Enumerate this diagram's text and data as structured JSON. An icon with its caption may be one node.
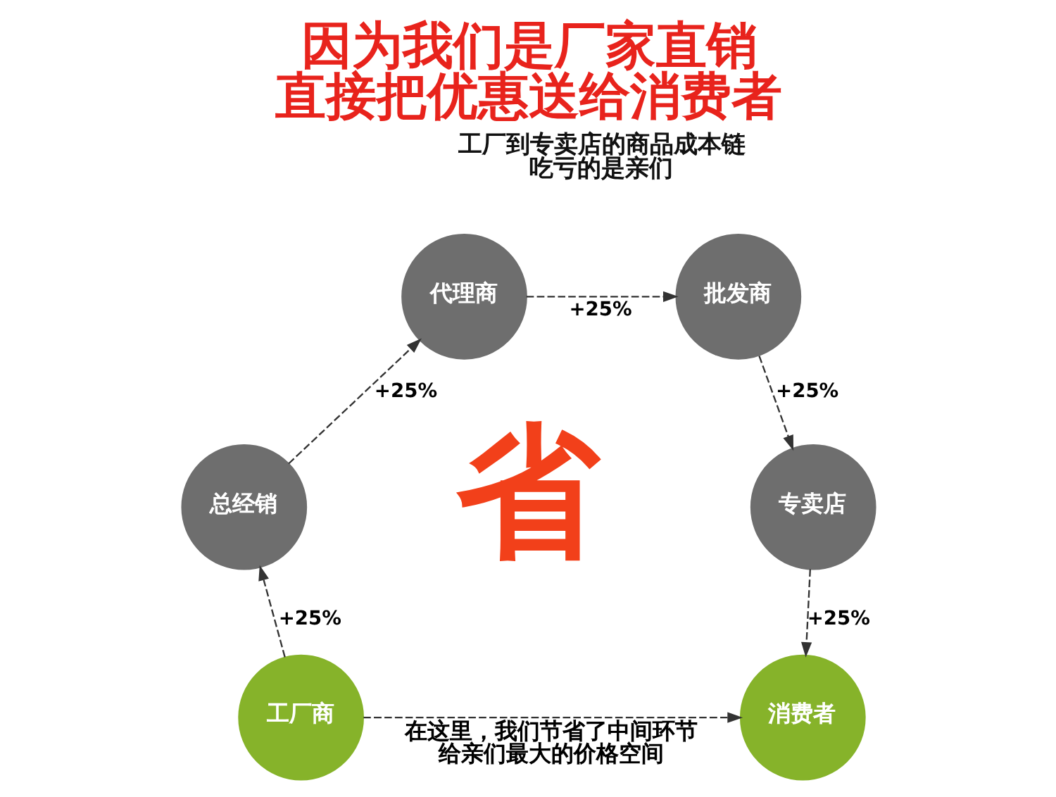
{
  "diagram": {
    "title": "因为我们是厂家直销直接把优惠送给消费者",
    "nodes": [
      {
        "text": [
          "工厂商"
        ]
      },
      {
        "text": [
          "总经销"
        ]
      },
      {
        "text": [
          "代理商"
        ]
      },
      {
        "text": [
          "批发商"
        ]
      },
      {
        "text": [
          "专卖店"
        ]
      },
      {
        "text": [
          "消费者"
        ]
      }
    ],
    "edges": [
      {
        "from": 0,
        "to": 1,
        "arrow": "to",
        "label": "+25%",
        "style": "dashed"
      },
      {
        "from": 1,
        "to": 2,
        "arrow": "to",
        "label": "+25%",
        "style": "dashed"
      },
      {
        "from": 2,
        "to": 3,
        "arrow": "to",
        "label": "+25%",
        "style": "dashed"
      },
      {
        "from": 3,
        "to": 4,
        "arrow": "to",
        "label": "+25%",
        "style": "dashed"
      },
      {
        "from": 4,
        "to": 5,
        "arrow": "to",
        "label": "+25%",
        "style": "dashed"
      },
      {
        "from": 0,
        "to": 5,
        "arrow": "to",
        "label": "在这里，我们节省了中间环节给亲们最大的价格空间",
        "style": "dashed"
      }
    ],
    "labels": [
      "工厂到专卖店的商品成本链吃亏的是亲们",
      "省"
    ]
  }
}
